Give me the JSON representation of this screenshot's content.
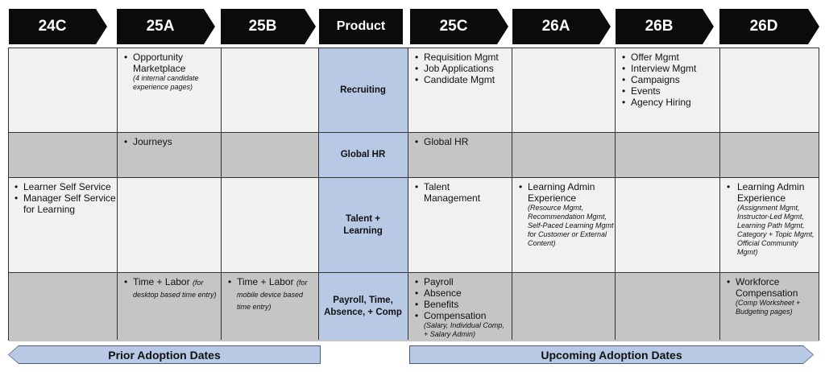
{
  "headers": {
    "c24c": "24C",
    "c25a": "25A",
    "c25b": "25B",
    "product": "Product",
    "c25c": "25C",
    "c26a": "26A",
    "c26b": "26B",
    "c26d": "26D"
  },
  "products": {
    "recruiting": "Recruiting",
    "global_hr": "Global HR",
    "talent_learning": "Talent + Learning",
    "payroll": "Payroll, Time, Absence, + Comp"
  },
  "recruiting": {
    "c25a_item": "Opportunity Marketplace",
    "c25a_note": "(4 internal candidate experience pages)",
    "c25c_items": [
      "Requisition Mgmt",
      "Job Applications",
      "Candidate Mgmt"
    ],
    "c26b_items": [
      "Offer Mgmt",
      "Interview Mgmt",
      "Campaigns",
      "Events",
      "Agency Hiring"
    ]
  },
  "global_hr": {
    "c25a_item": "Journeys",
    "c25c_item": "Global HR"
  },
  "talent": {
    "c24c_items": [
      "Learner Self Service",
      "Manager Self Service for Learning"
    ],
    "c25c_item": "Talent Management",
    "c26a_item": "Learning Admin Experience",
    "c26a_note": "(Resource Mgmt, Recommendation Mgmt, Self-Paced Learning Mgmt for Customer or External Content)",
    "c26d_item": "Learning Admin Experience",
    "c26d_note": "(Assignment Mgmt, Instructor-Led Mgmt, Learning Path Mgmt, Category + Topic Mgmt, Official Community Mgmt)"
  },
  "payroll": {
    "c25a_item": "Time + Labor",
    "c25a_note": "(for desktop based time entry)",
    "c25b_item": "Time + Labor",
    "c25b_note": "(for mobile device based time entry)",
    "c25c_items": [
      "Payroll",
      "Absence",
      "Benefits",
      "Compensation"
    ],
    "c25c_note": "(Salary, Individual Comp, + Salary Admin)",
    "c26d_item": "Workforce Compensation",
    "c26d_note": "(Comp Worksheet + Budgeting pages)"
  },
  "footer": {
    "prior": "Prior Adoption Dates",
    "upcoming": "Upcoming Adoption Dates"
  },
  "colors": {
    "header_bg": "#0b0b0b",
    "product_bg": "#b7c9e5",
    "row_light": "#f1f1f1",
    "row_dark": "#c5c5c5"
  }
}
